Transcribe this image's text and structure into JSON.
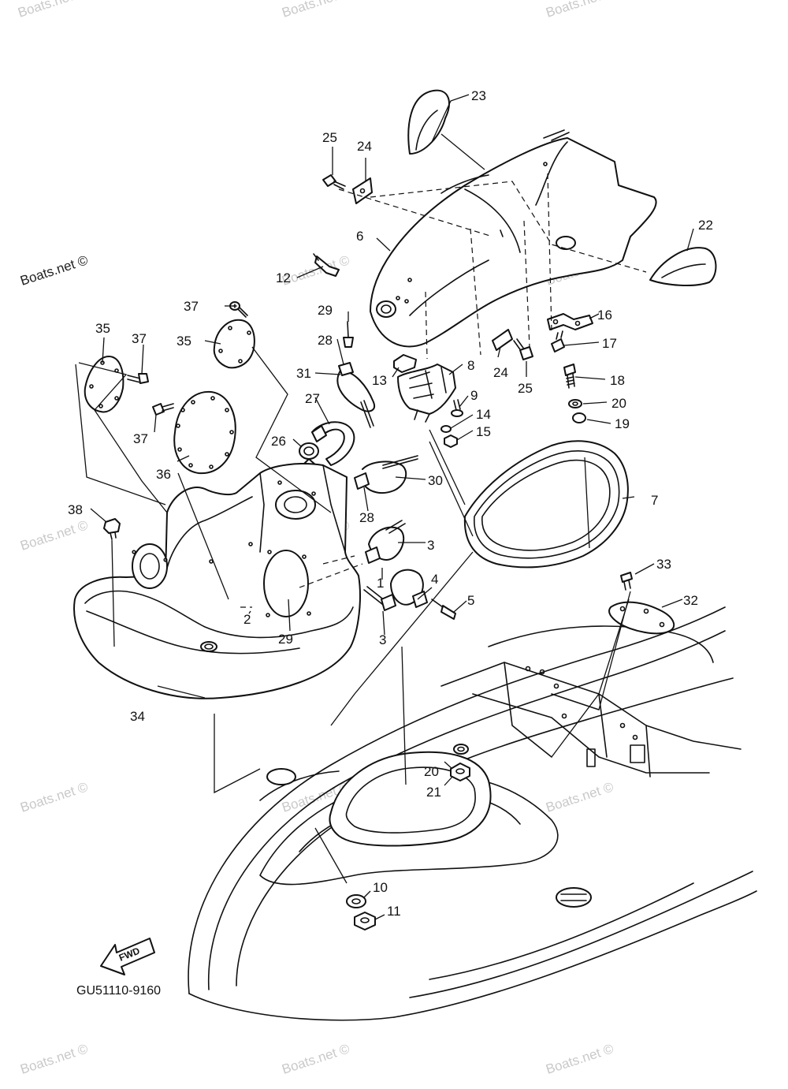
{
  "watermark": "Boats.net ©",
  "diagram_code": "GU51110-9160",
  "fwd_label": "FWD",
  "callouts": {
    "c1": "1",
    "c2": "2",
    "c3a": "3",
    "c3b": "3",
    "c4": "4",
    "c5": "5",
    "c6": "6",
    "c7": "7",
    "c8": "8",
    "c9": "9",
    "c10": "10",
    "c11": "11",
    "c12": "12",
    "c13": "13",
    "c14": "14",
    "c15": "15",
    "c16": "16",
    "c17": "17",
    "c18": "18",
    "c19": "19",
    "c20a": "20",
    "c20b": "20",
    "c21": "21",
    "c22": "22",
    "c23": "23",
    "c24a": "24",
    "c24b": "24",
    "c25a": "25",
    "c25b": "25",
    "c26": "26",
    "c27": "27",
    "c28a": "28",
    "c28b": "28",
    "c29a": "29",
    "c29b": "29",
    "c30": "30",
    "c31": "31",
    "c32": "32",
    "c33": "33",
    "c34": "34",
    "c35a": "35",
    "c35b": "35",
    "c36": "36",
    "c37a": "37",
    "c37b": "37",
    "c38": "38"
  }
}
